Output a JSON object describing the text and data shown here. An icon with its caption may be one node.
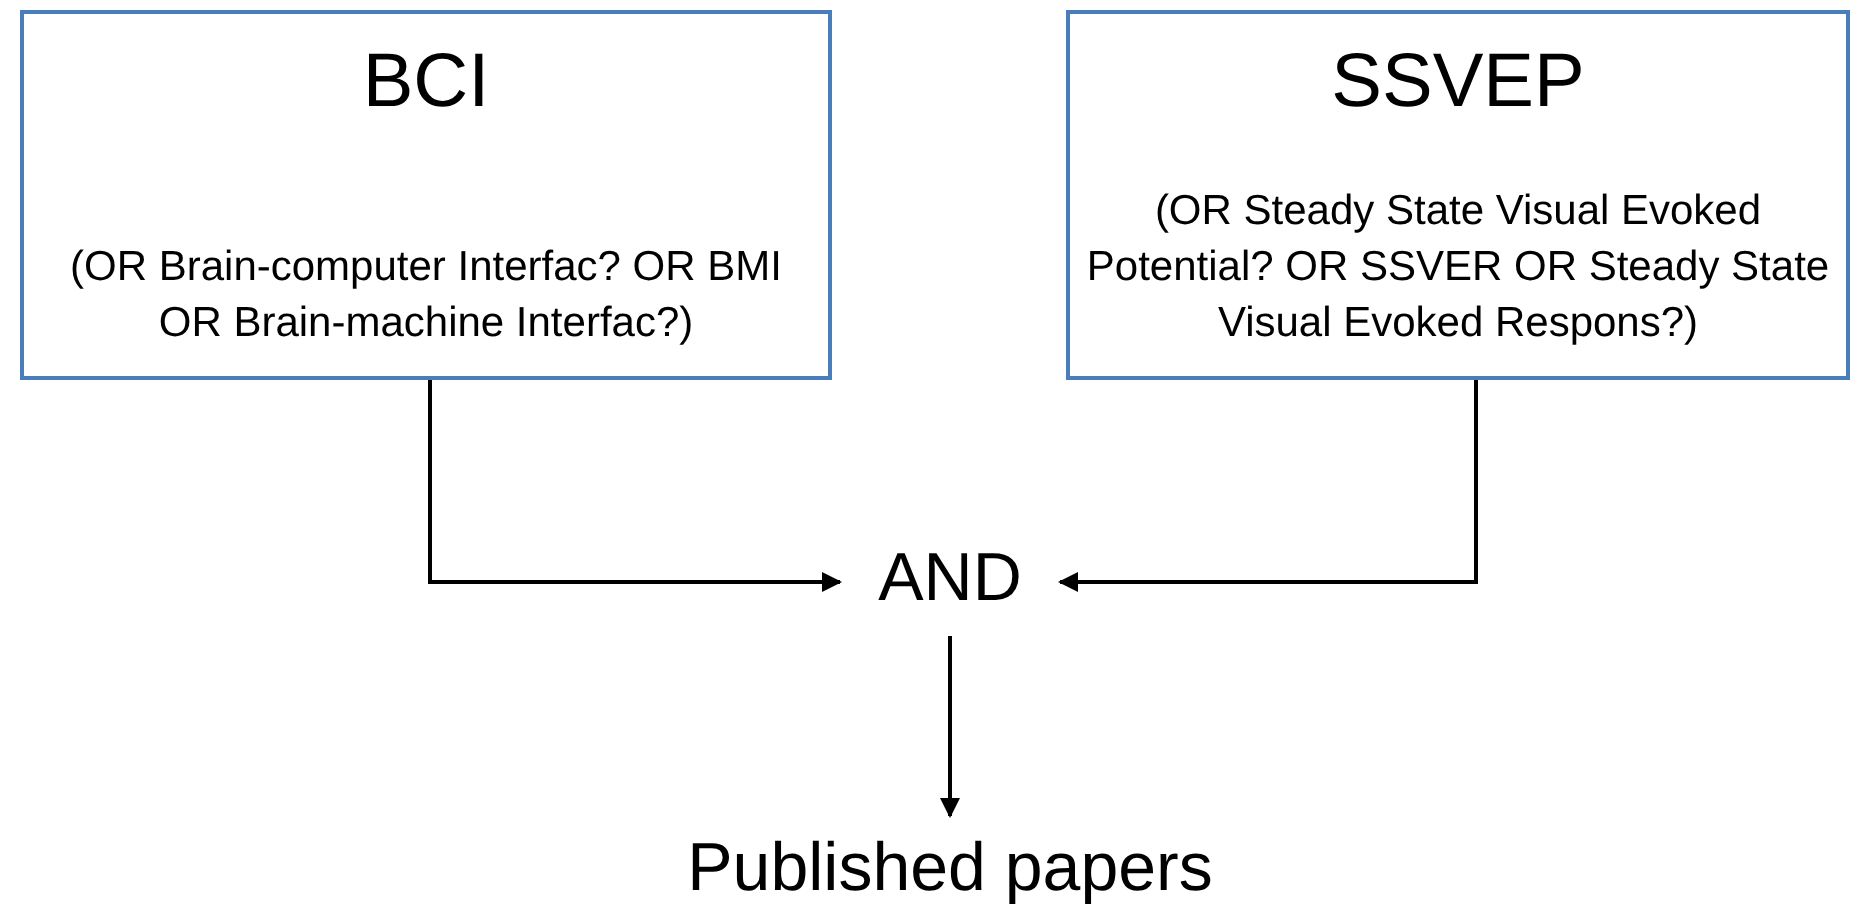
{
  "diagram": {
    "nodes": [
      {
        "text": [
          "BCI",
          "(OR Brain-computer Interfac? OR BMI OR Brain-machine Interfac?)"
        ]
      },
      {
        "text": [
          "SSVEP",
          "(OR Steady State Visual Evoked Potential? OR SSVER OR Steady State Visual Evoked Respons?)"
        ]
      },
      {
        "text": [
          "AND"
        ]
      },
      {
        "text": [
          "Published papers"
        ]
      }
    ],
    "edges": [
      {
        "from": 0,
        "to": 2,
        "arrow": "to"
      },
      {
        "from": 1,
        "to": 2,
        "arrow": "to"
      },
      {
        "from": 2,
        "to": 3,
        "arrow": "to"
      }
    ]
  }
}
